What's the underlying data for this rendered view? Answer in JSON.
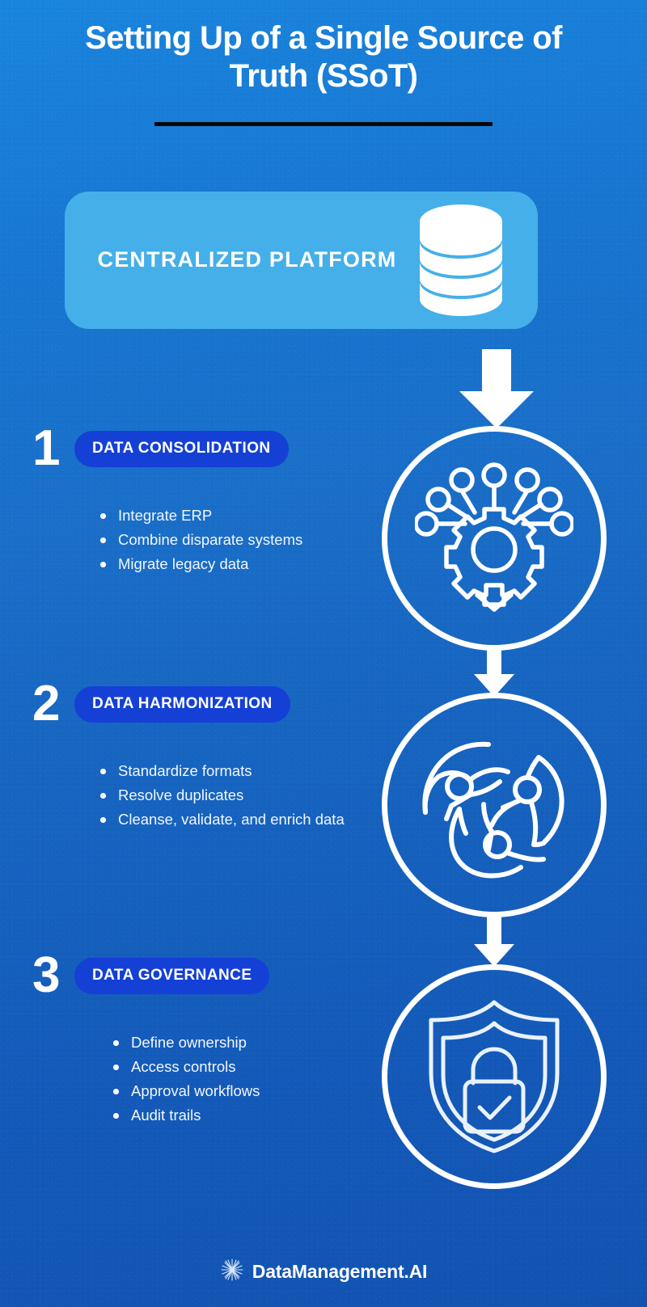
{
  "poster": {
    "title": "Setting Up of a Single Source of Truth (SSoT)",
    "background_top_color": "#1a86df",
    "background_bottom_color": "#1253b2",
    "rule_color": "#07080a"
  },
  "platform": {
    "label": "CENTRALIZED PLATFORM",
    "icon": "database-cylinder-icon",
    "background_color": "#45afe9",
    "text_color": "#ffffff"
  },
  "connector": {
    "top_arrow": "down-arrow-icon",
    "mid_arrow_1": "down-arrow-icon",
    "mid_arrow_2": "down-arrow-icon",
    "color": "#ffffff"
  },
  "steps": [
    {
      "number": "1",
      "title": "DATA CONSOLIDATION",
      "icon": "network-gear-icon",
      "pill_color": "#1440d6",
      "bullets": [
        "Integrate ERP",
        "Combine disparate systems",
        "Migrate legacy data"
      ]
    },
    {
      "number": "2",
      "title": "DATA HARMONIZATION",
      "icon": "teamwork-circle-icon",
      "pill_color": "#1440d6",
      "bullets": [
        "Standardize formats",
        "Resolve duplicates",
        "Cleanse, validate, and enrich data"
      ]
    },
    {
      "number": "3",
      "title": "DATA GOVERNANCE",
      "icon": "shield-lock-icon",
      "pill_color": "#1440d6",
      "bullets": [
        "Define ownership",
        "Access controls",
        "Approval workflows",
        "Audit trails"
      ]
    }
  ],
  "footer": {
    "brand": "DataManagement.AI",
    "icon": "starburst-icon"
  }
}
